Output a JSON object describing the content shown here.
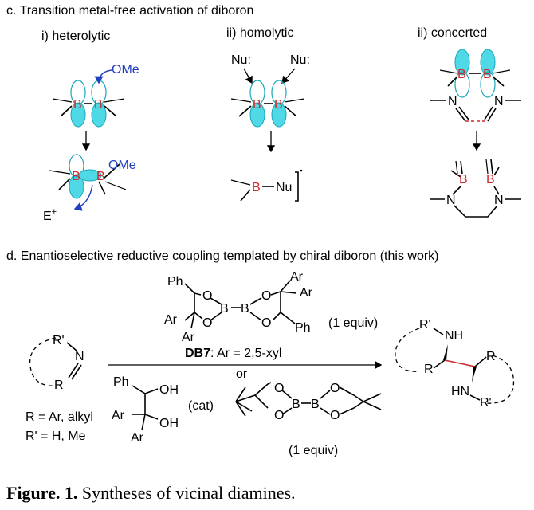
{
  "panel_c": {
    "title": "c. Transition metal-free activation of diboron",
    "heterolytic": {
      "heading": "i) heterolytic",
      "nucleophile": "OMe",
      "nucleophile_charge": "−",
      "product_substituent": "OMe",
      "electrophile": "E",
      "electrophile_charge": "+"
    },
    "homolytic": {
      "heading": "ii) homolytic",
      "nucleophile_left": "Nu:",
      "nucleophile_right": "Nu:",
      "product_group": "Nu"
    },
    "concerted": {
      "heading": "ii) concerted"
    },
    "boron_label": "B",
    "nitrogen_label": "N"
  },
  "panel_d": {
    "title": "d. Enantioselective reductive coupling templated by chiral diboron (this work)",
    "reagent_top": {
      "ph1": "Ph",
      "ph2": "Ph",
      "ar_labels": [
        "Ar",
        "Ar",
        "Ar",
        "Ar"
      ],
      "equiv": "(1 equiv)",
      "name": "DB7",
      "name_suffix": ": Ar = 2,5-xyl"
    },
    "or_text": "or",
    "reagent_bottom": {
      "equiv": "(1 equiv)"
    },
    "diol_catalyst": {
      "ph": "Ph",
      "oh1": "OH",
      "oh2": "OH",
      "ar1": "Ar",
      "ar2": "Ar",
      "cat": "(cat)"
    },
    "imine": {
      "r_prime": "R'",
      "n": "N",
      "r": "R"
    },
    "definitions": [
      "R = Ar, alkyl",
      "R' = H, Me"
    ],
    "product": {
      "r_prime_top": "R'",
      "nh_top": "NH",
      "r_left": "R",
      "r_right": "R",
      "hn_bottom": "HN",
      "r_prime_bottom": "R'"
    },
    "atom_o": "O",
    "atom_b": "B"
  },
  "caption": {
    "label": "Figure. 1.",
    "text": " Syntheses of vicinal diamines."
  }
}
